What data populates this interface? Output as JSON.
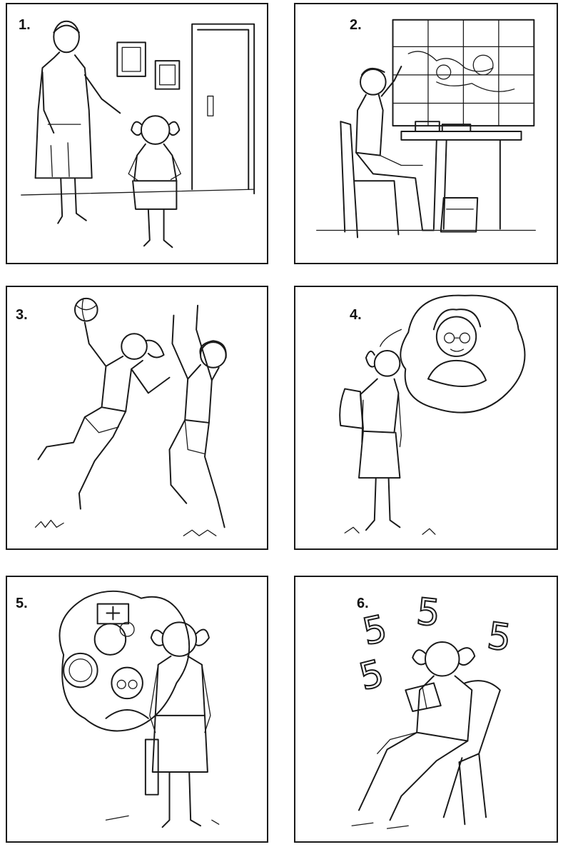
{
  "panels": [
    {
      "number": "1.",
      "scene": "teacher-greets-girl"
    },
    {
      "number": "2.",
      "scene": "girl-at-desk-with-map"
    },
    {
      "number": "3.",
      "scene": "girls-playing-ball"
    },
    {
      "number": "4.",
      "scene": "girl-thinking-of-grandmother"
    },
    {
      "number": "5.",
      "scene": "girl-dreaming-of-professions"
    },
    {
      "number": "6.",
      "scene": "girl-reading-good-marks",
      "marks": [
        "5",
        "5",
        "5",
        "5"
      ]
    }
  ]
}
